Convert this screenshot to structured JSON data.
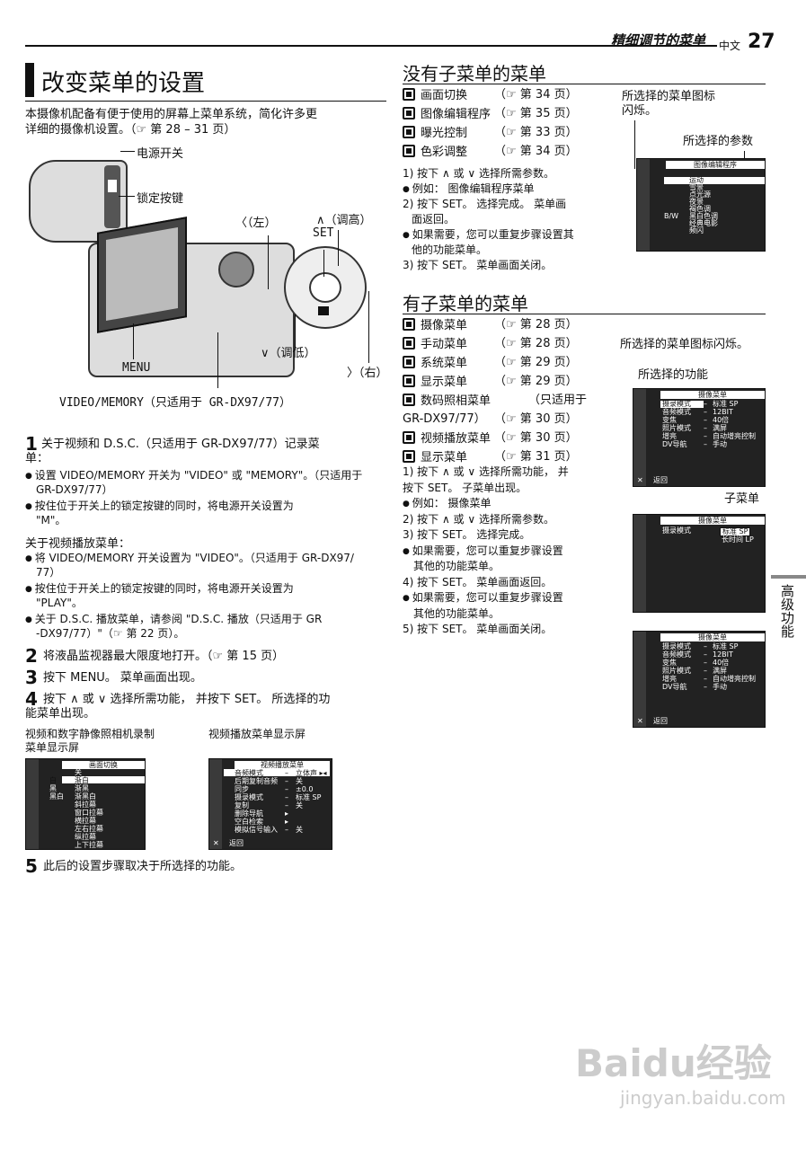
{
  "header": {
    "title": "精细调节的菜单",
    "lang": "中文",
    "page": "27"
  },
  "left": {
    "title": "改变菜单的设置",
    "intro": [
      "本摄像机配备有便于使用的屏幕上菜单系统，简化许多更",
      "详细的摄像机设置。（☞ 第 28 – 31 页）"
    ],
    "labels": {
      "power": "电源开关",
      "lock": "锁定按键",
      "left": "〈（左）",
      "up": "∧（调高）",
      "set": "SET",
      "down": "∨（调低）",
      "right": "〉（右）",
      "menu": "MENU",
      "video_memory": "VIDEO/MEMORY（只适用于 GR-DX97/77）"
    },
    "step1": {
      "num": "1",
      "text1": "关于视频和 D.S.C.（只适用于 GR-DX97/77）记录菜",
      "text2": "单：",
      "b1a": "设置 VIDEO/MEMORY 开关为 \"VIDEO\" 或 \"MEMORY\"。（只适用于",
      "b1b": "GR-DX97/77）",
      "b2a": "按住位于开关上的锁定按键的同时，将电源开关设置为",
      "b2b": "\"M\"。",
      "sub": "关于视频播放菜单：",
      "b3a": "将 VIDEO/MEMORY 开关设置为 \"VIDEO\"。（只适用于 GR-DX97/",
      "b3b": "77）",
      "b4a": "按住位于开关上的锁定按键的同时，将电源开关设置为",
      "b4b": "\"PLAY\"。",
      "b5a": "关于 D.S.C. 播放菜单，请参阅 \"D.S.C. 播放（只适用于 GR",
      "b5b": "-DX97/77）\"（☞ 第 22 页）。"
    },
    "step2": {
      "num": "2",
      "text": "将液晶监视器最大限度地打开。（☞ 第 15 页）"
    },
    "step3": {
      "num": "3",
      "text": "按下 MENU。 菜单画面出现。"
    },
    "step4": {
      "num": "4",
      "text1": "按下 ∧ 或 ∨ 选择所需功能， 并按下 SET。 所选择的功",
      "text2": "能菜单出现。"
    },
    "cap_left1": "视频和数字静像照相机录制",
    "cap_left2": "菜单显示屏",
    "cap_right": "视频播放菜单显示屏",
    "step5": {
      "num": "5",
      "text": "此后的设置步骤取决于所选择的功能。"
    },
    "screen_a": {
      "title": "画面切换",
      "rows": [
        "关",
        "渐白",
        "渐黑",
        "渐黑白",
        "斜拉幕",
        "窗口拉幕",
        "横拉幕",
        "左右拉幕",
        "纵拉幕",
        "上下拉幕"
      ],
      "tags": [
        "",
        "白",
        "黑",
        "黑白",
        "",
        "",
        "",
        "",
        "",
        ""
      ]
    },
    "screen_b": {
      "title": "视频播放菜单",
      "rows": [
        [
          "音频模式",
          "–",
          "立体声 ▸◂"
        ],
        [
          "后期复制音频",
          "–",
          "关"
        ],
        [
          "同步",
          "–",
          "±0.0"
        ],
        [
          "摄录模式",
          "–",
          "标准 SP"
        ],
        [
          "复制",
          "–",
          "关"
        ],
        [
          "删除导航",
          "▸",
          ""
        ],
        [
          "空白检索",
          "▸",
          ""
        ],
        [
          "模拟信号输入",
          "–",
          "关"
        ]
      ],
      "back": "返回"
    }
  },
  "right": {
    "sec1": "没有子菜单的菜单",
    "menu1": [
      {
        "text": "画面切换",
        "page": "（☞ 第 34 页）"
      },
      {
        "text": "图像编辑程序",
        "page": "（☞ 第 35 页）"
      },
      {
        "text": "曝光控制",
        "page": "（☞ 第 33 页）"
      },
      {
        "text": "色彩调整",
        "page": "（☞ 第 34 页）"
      }
    ],
    "steps1": [
      "1) 按下 ∧ 或 ∨ 选择所需参数。",
      "例如：  图像编辑程序菜单",
      "2) 按下 SET。 选择完成。 菜单画",
      "面返回。",
      "如果需要，您可以重复步骤设置其",
      "他的功能菜单。",
      "3) 按下 SET。 菜单画面关闭。"
    ],
    "note1a": "所选择的菜单图标",
    "note1b": "闪烁。",
    "note1c": "所选择的参数",
    "screen_c": {
      "title": "图像编辑程序",
      "rows": [
        "运动",
        "雪景",
        "点光源",
        "夜景",
        "褐色调",
        "黑白色调",
        "经典电影",
        "频闪"
      ],
      "tags": [
        "",
        "",
        "",
        "",
        "",
        "B/W",
        "",
        ""
      ]
    },
    "sec2": "有子菜单的菜单",
    "menu2": [
      {
        "text": "摄像菜单",
        "page": "（☞ 第 28 页）"
      },
      {
        "text": "手动菜单",
        "page": "（☞ 第 28 页）"
      },
      {
        "text": "系统菜单",
        "page": "（☞ 第 29 页）"
      },
      {
        "text": "显示菜单",
        "page": "（☞ 第 29 页）"
      },
      {
        "text": "数码照相菜单",
        "page": "（只适用于"
      },
      {
        "text": "GR-DX97/77）",
        "page": "（☞ 第 30 页）"
      },
      {
        "text": "视频播放菜单",
        "page": "（☞ 第 30 页）"
      },
      {
        "text": "显示菜单",
        "page": "（☞ 第 31 页）"
      }
    ],
    "steps2": [
      "1) 按下 ∧ 或 ∨ 选择所需功能， 并",
      "按下 SET。 子菜单出现。",
      "例如：  摄像菜单",
      "2) 按下 ∧ 或 ∨ 选择所需参数。",
      "3) 按下 SET。 选择完成。",
      "如果需要，您可以重复步骤设置",
      "其他的功能菜单。",
      "4) 按下 SET。 菜单画面返回。",
      "如果需要，您可以重复步骤设置",
      "其他的功能菜单。",
      "5) 按下 SET。 菜单画面关闭。"
    ],
    "note2a": "所选择的菜单图标闪烁。",
    "note2b": "所选择的功能",
    "note2c": "子菜单",
    "screen_d": {
      "title": "摄像菜单",
      "rows": [
        [
          "摄录模式",
          "–",
          "标准 SP"
        ],
        [
          "音频模式",
          "–",
          "12BIT"
        ],
        [
          "变焦",
          "–",
          "40倍"
        ],
        [
          "照片模式",
          "–",
          "满屏"
        ],
        [
          "增亮",
          "–",
          "自动增亮控制"
        ],
        [
          "DV导航",
          "–",
          "手动"
        ]
      ],
      "back": "返回"
    },
    "screen_e": {
      "title": "摄像菜单",
      "row": "摄录模式",
      "opt1": "标准 SP",
      "opt2": "长时间 LP"
    },
    "screen_f": {
      "title": "摄像菜单",
      "rows": [
        [
          "摄录模式",
          "–",
          "标准 SP"
        ],
        [
          "音频模式",
          "–",
          "12BIT"
        ],
        [
          "变焦",
          "–",
          "40倍"
        ],
        [
          "照片模式",
          "–",
          "满屏"
        ],
        [
          "增亮",
          "–",
          "自动增亮控制"
        ],
        [
          "DV导航",
          "–",
          "手动"
        ]
      ],
      "back": "返回"
    }
  },
  "side": {
    "text": "高级功能"
  },
  "watermark": {
    "brand": "Baidu经验",
    "url": "jingyan.baidu.com"
  }
}
